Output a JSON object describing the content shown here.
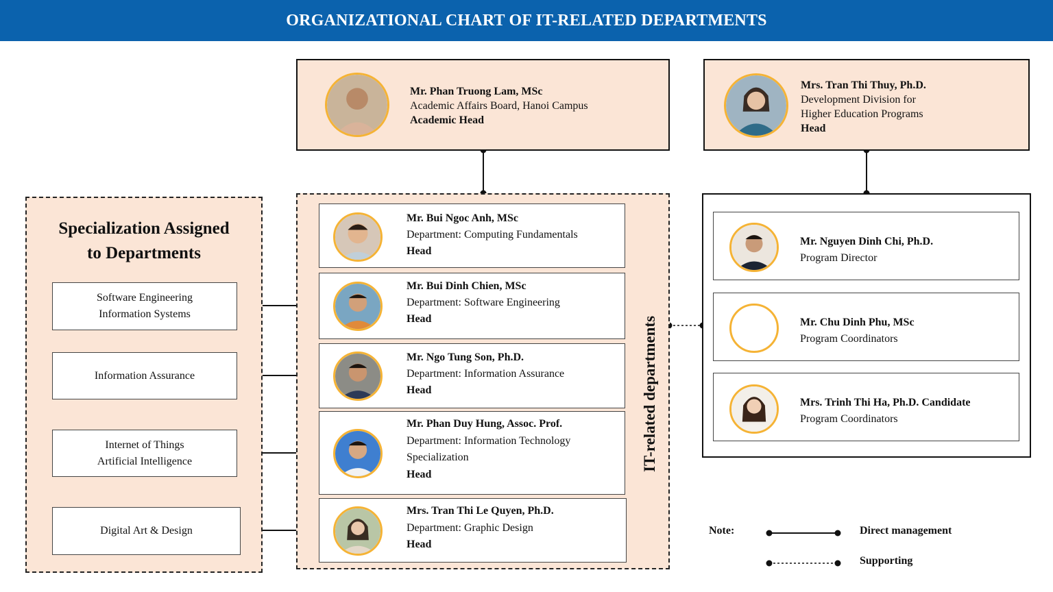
{
  "title": "ORGANIZATIONAL CHART OF IT-RELATED DEPARTMENTS",
  "colors": {
    "banner": "#0b62ad",
    "box_fill": "#fbe5d6",
    "avatar_ring": "#f5b335"
  },
  "top_left": {
    "name": "Mr. Phan Truong Lam, MSc",
    "unit": "Academic Affairs Board, Hanoi Campus",
    "role": "Academic Head"
  },
  "top_right": {
    "name": "Mrs. Tran Thi Thuy, Ph.D.",
    "unit_line1": "Development Division for",
    "unit_line2": "Higher Education Programs",
    "role": "Head"
  },
  "specialization": {
    "title_line1": "Specialization Assigned",
    "title_line2": "to Departments",
    "items": [
      {
        "line1": "Software Engineering",
        "line2": "Information Systems"
      },
      {
        "line1": "Information Assurance",
        "line2": ""
      },
      {
        "line1": "Internet of Things",
        "line2": "Artificial Intelligence"
      },
      {
        "line1": "Digital Art & Design",
        "line2": ""
      }
    ]
  },
  "departments": {
    "label": "IT-related departments",
    "heads": [
      {
        "name": "Mr. Bui Ngoc Anh, MSc",
        "dept": "Department: Computing Fundamentals",
        "dept2": "",
        "role": "Head"
      },
      {
        "name": "Mr. Bui Dinh Chien, MSc",
        "dept": "Department: Software Engineering",
        "dept2": "",
        "role": "Head"
      },
      {
        "name": "Mr. Ngo Tung Son, Ph.D.",
        "dept": "Department: Information Assurance",
        "dept2": "",
        "role": "Head"
      },
      {
        "name": "Mr. Phan Duy Hung, Assoc. Prof.",
        "dept": "Department: Information Technology",
        "dept2": "Specialization",
        "role": "Head"
      },
      {
        "name": "Mrs. Tran Thi Le Quyen, Ph.D.",
        "dept": "Department: Graphic Design",
        "dept2": "",
        "role": "Head"
      }
    ]
  },
  "program_team": [
    {
      "name": "Mr. Nguyen Dinh Chi, Ph.D.",
      "role": "Program Director"
    },
    {
      "name": "Mr. Chu Dinh Phu, MSc",
      "role": "Program Coordinators"
    },
    {
      "name": "Mrs. Trinh Thi Ha, Ph.D. Candidate",
      "role": "Program Coordinators"
    }
  ],
  "legend": {
    "title": "Note:",
    "direct": "Direct management",
    "supporting": "Supporting"
  }
}
